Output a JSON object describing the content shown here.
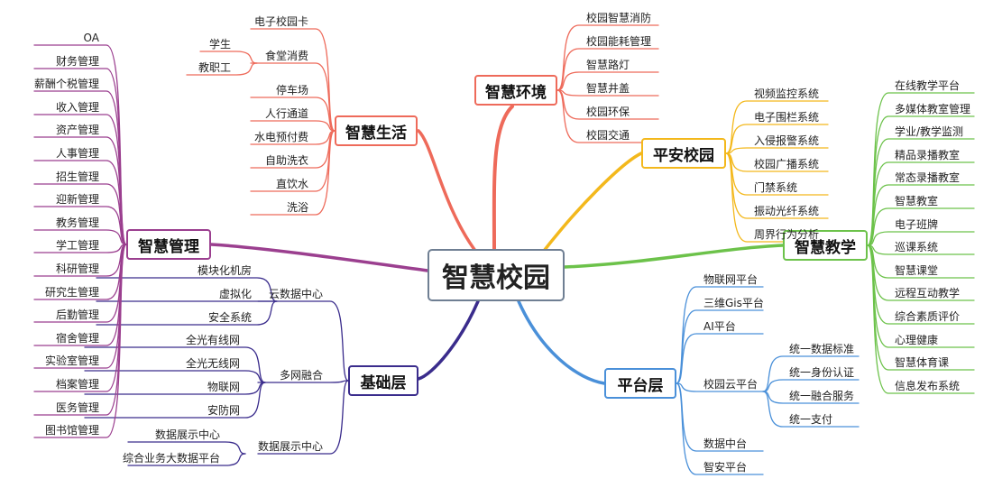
{
  "root": "智慧校园",
  "colors": {
    "life": "#ee6a5a",
    "env": "#ee6a5a",
    "safety": "#f3b81c",
    "teaching": "#6cc24a",
    "platform": "#4a90d9",
    "base": "#3a2c8c",
    "mgmt": "#9b3f8f",
    "root_border": "#6f7f93"
  },
  "branches": {
    "life": {
      "title": "智慧生活",
      "items": [
        "电子校园卡",
        "食堂消费",
        "停车场",
        "人行通道",
        "水电预付费",
        "自助洗衣",
        "直饮水",
        "洗浴"
      ],
      "canteen_children": [
        "学生",
        "教职工"
      ]
    },
    "env": {
      "title": "智慧环境",
      "items": [
        "校园智慧消防",
        "校园能耗管理",
        "智慧路灯",
        "智慧井盖",
        "校园环保",
        "校园交通"
      ]
    },
    "safety": {
      "title": "平安校园",
      "items": [
        "视频监控系统",
        "电子围栏系统",
        "入侵报警系统",
        "校园广播系统",
        "门禁系统",
        "振动光纤系统",
        "周界行为分析"
      ]
    },
    "teaching": {
      "title": "智慧教学",
      "items": [
        "在线教学平台",
        "多媒体教室管理",
        "学业/教学监测",
        "精品录播教室",
        "常态录播教室",
        "智慧教室",
        "电子班牌",
        "巡课系统",
        "智慧课堂",
        "远程互动教学",
        "综合素质评价",
        "心理健康",
        "智慧体育课",
        "信息发布系统"
      ]
    },
    "platform": {
      "title": "平台层",
      "items": [
        "物联网平台",
        "三维Gis平台",
        "AI平台",
        "校园云平台",
        "数据中台",
        "智安平台"
      ],
      "cloud_children": [
        "统一数据标准",
        "统一身份认证",
        "统一融合服务",
        "统一支付"
      ]
    },
    "base": {
      "title": "基础层",
      "groups": [
        {
          "label": "云数据中心",
          "children": [
            "模块化机房",
            "虚拟化",
            "安全系统"
          ]
        },
        {
          "label": "多网融合",
          "children": [
            "全光有线网",
            "全光无线网",
            "物联网",
            "安防网"
          ]
        },
        {
          "label": "数据展示中心",
          "children": [
            "数据展示中心",
            "综合业务大数据平台"
          ]
        }
      ]
    },
    "mgmt": {
      "title": "智慧管理",
      "items": [
        "OA",
        "财务管理",
        "薪酬个税管理",
        "收入管理",
        "资产管理",
        "人事管理",
        "招生管理",
        "迎新管理",
        "教务管理",
        "学工管理",
        "科研管理",
        "研究生管理",
        "后勤管理",
        "宿舍管理",
        "实验室管理",
        "档案管理",
        "医务管理",
        "图书馆管理"
      ]
    }
  }
}
